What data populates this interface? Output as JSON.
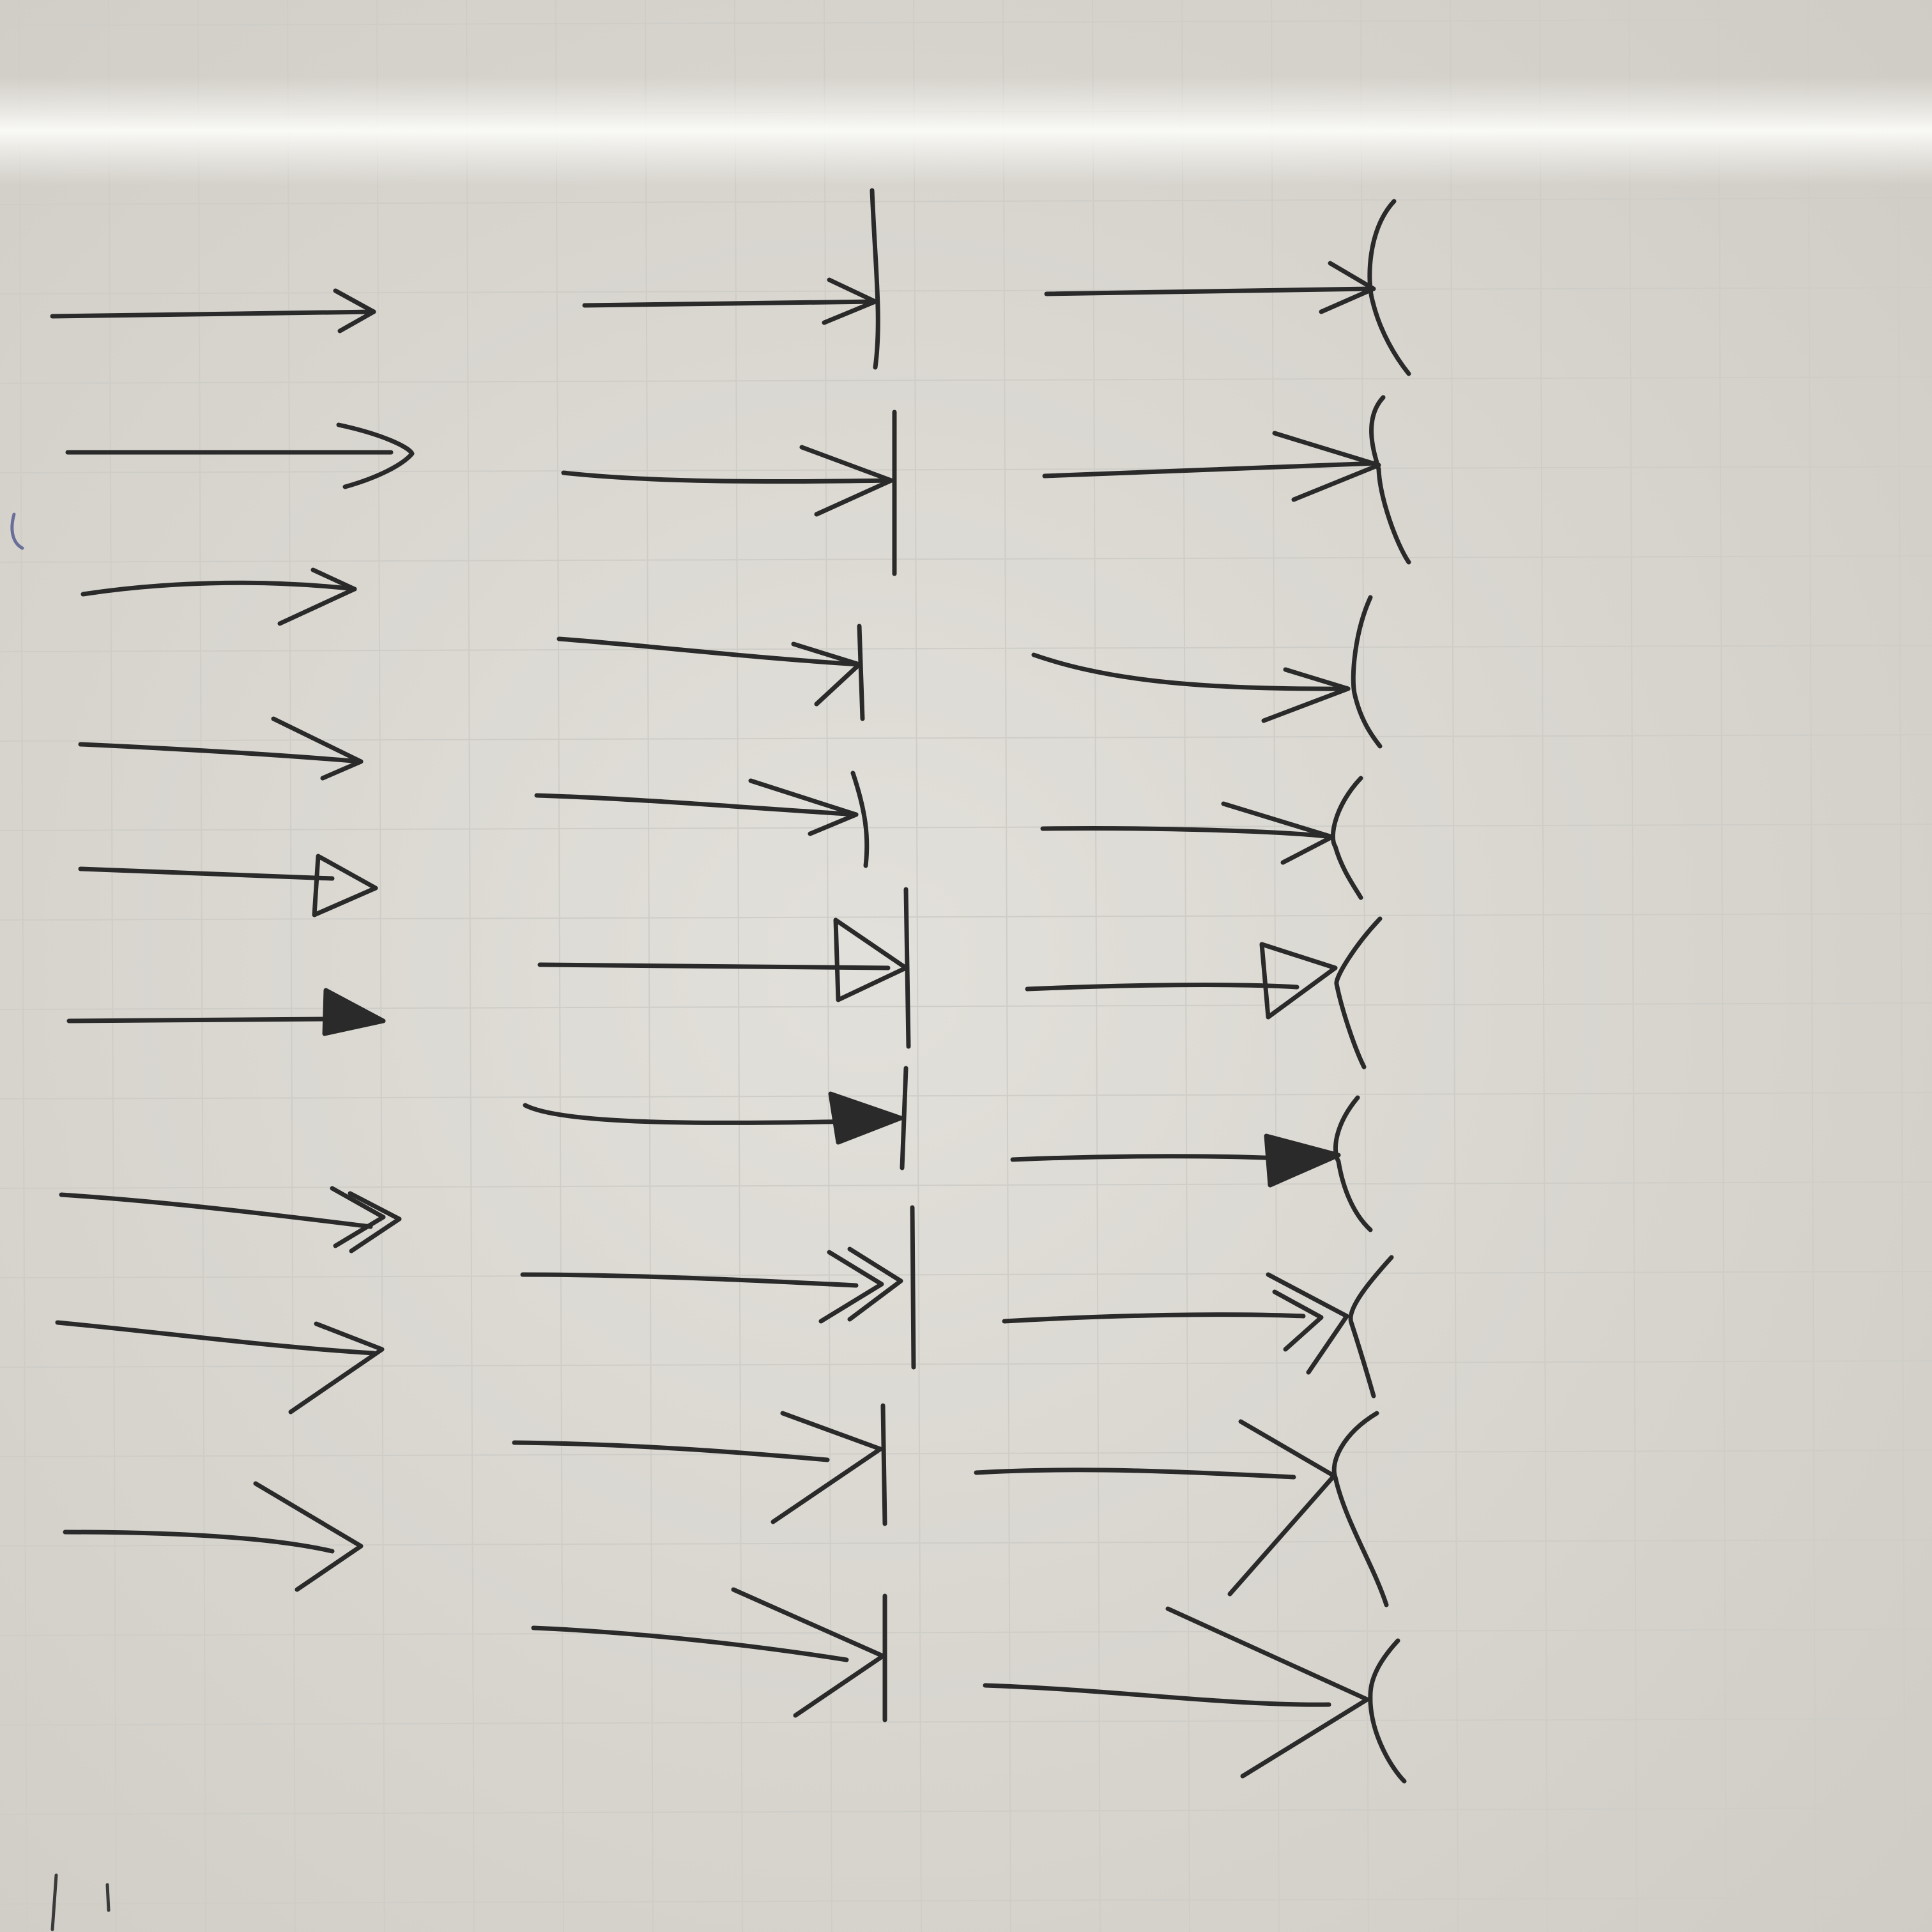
{
  "scene": {
    "subject": "whiteboard",
    "ink_color": "#2a2a2a",
    "board_color": "#dedcd6",
    "grid_color": "#cfcdc7"
  },
  "arrows": [
    {
      "group": "plain-heads",
      "head": "open-v"
    },
    {
      "group": "plain-heads",
      "head": "open-v-curved"
    },
    {
      "group": "plain-heads",
      "head": "open-v-small"
    },
    {
      "group": "plain-heads",
      "head": "open-v-wide"
    },
    {
      "group": "plain-heads",
      "head": "open-triangle"
    },
    {
      "group": "plain-heads",
      "head": "filled-triangle"
    },
    {
      "group": "plain-heads",
      "head": "double-v"
    },
    {
      "group": "plain-heads",
      "head": "open-v-large"
    },
    {
      "group": "plain-heads",
      "head": "open-v-xlarge"
    },
    {
      "group": "flat-bar-heads",
      "head": "v-bar"
    },
    {
      "group": "flat-bar-heads",
      "head": "v-bar"
    },
    {
      "group": "flat-bar-heads",
      "head": "v-bar"
    },
    {
      "group": "flat-bar-heads",
      "head": "v-bar"
    },
    {
      "group": "flat-bar-heads",
      "head": "triangle-bar"
    },
    {
      "group": "flat-bar-heads",
      "head": "filled-triangle-bar"
    },
    {
      "group": "flat-bar-heads",
      "head": "double-v-bar"
    },
    {
      "group": "flat-bar-heads",
      "head": "large-v-bar"
    },
    {
      "group": "flat-bar-heads",
      "head": "large-v-bar"
    },
    {
      "group": "curved-bar-heads",
      "head": "v-curve"
    },
    {
      "group": "curved-bar-heads",
      "head": "v-curve"
    },
    {
      "group": "curved-bar-heads",
      "head": "v-curve"
    },
    {
      "group": "curved-bar-heads",
      "head": "v-curve"
    },
    {
      "group": "curved-bar-heads",
      "head": "triangle-curve"
    },
    {
      "group": "curved-bar-heads",
      "head": "filled-triangle-curve"
    },
    {
      "group": "curved-bar-heads",
      "head": "double-v-curve"
    },
    {
      "group": "curved-bar-heads",
      "head": "large-v-curve"
    },
    {
      "group": "curved-bar-heads",
      "head": "large-v-curve"
    }
  ]
}
